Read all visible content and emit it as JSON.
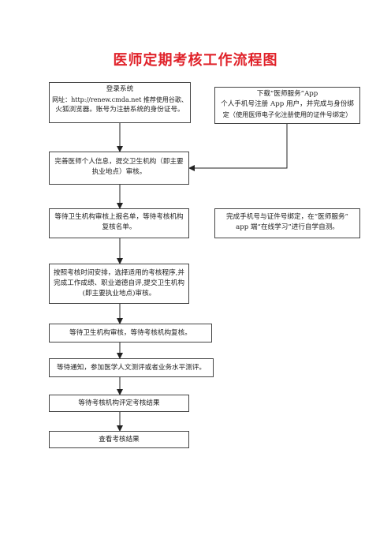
{
  "title": "医师定期考核工作流程图",
  "boxes": {
    "login": {
      "line1": "登录系统",
      "line2": "网址：http://renew.cmda.net 推荐使用谷歌、",
      "line3": "火狐浏览器。账号为注册系统的身份证号。"
    },
    "app_download": {
      "line1": "下载“医师服务”App",
      "line2": "个人手机号注册 App 用户，并完成与身份绑",
      "line3": "定（使用医师电子化注册使用的证件号绑定）"
    },
    "complete_info": {
      "line1": "完善医师个人信息，提交卫生机构（即主要",
      "line2": "执业地点）审核。"
    },
    "wait_report": {
      "line1": "等待卫生机构审核上报名单，等待考核机构",
      "line2": "复核名单。"
    },
    "phone_bind": {
      "line1": "完成手机号与证件号绑定，在“医师服务”",
      "line2": "app 端“在线学习”进行自学自测。"
    },
    "schedule": {
      "line1": "按照考核时间安排，选择适用的考核程序,并",
      "line2": "完成工作成绩、职业道德自评,提交卫生机构",
      "line3": "(即主要执业地点)审核。"
    },
    "wait_review": {
      "line1": "等待卫生机构审核，等待考核机构复核。"
    },
    "wait_notice": {
      "line1": "等待通知，参加医学人文测评或者业务水平测评。"
    },
    "wait_result": {
      "line1": "等待考核机构评定考核结果"
    },
    "check_result": {
      "line1": "查看考核结果"
    }
  }
}
